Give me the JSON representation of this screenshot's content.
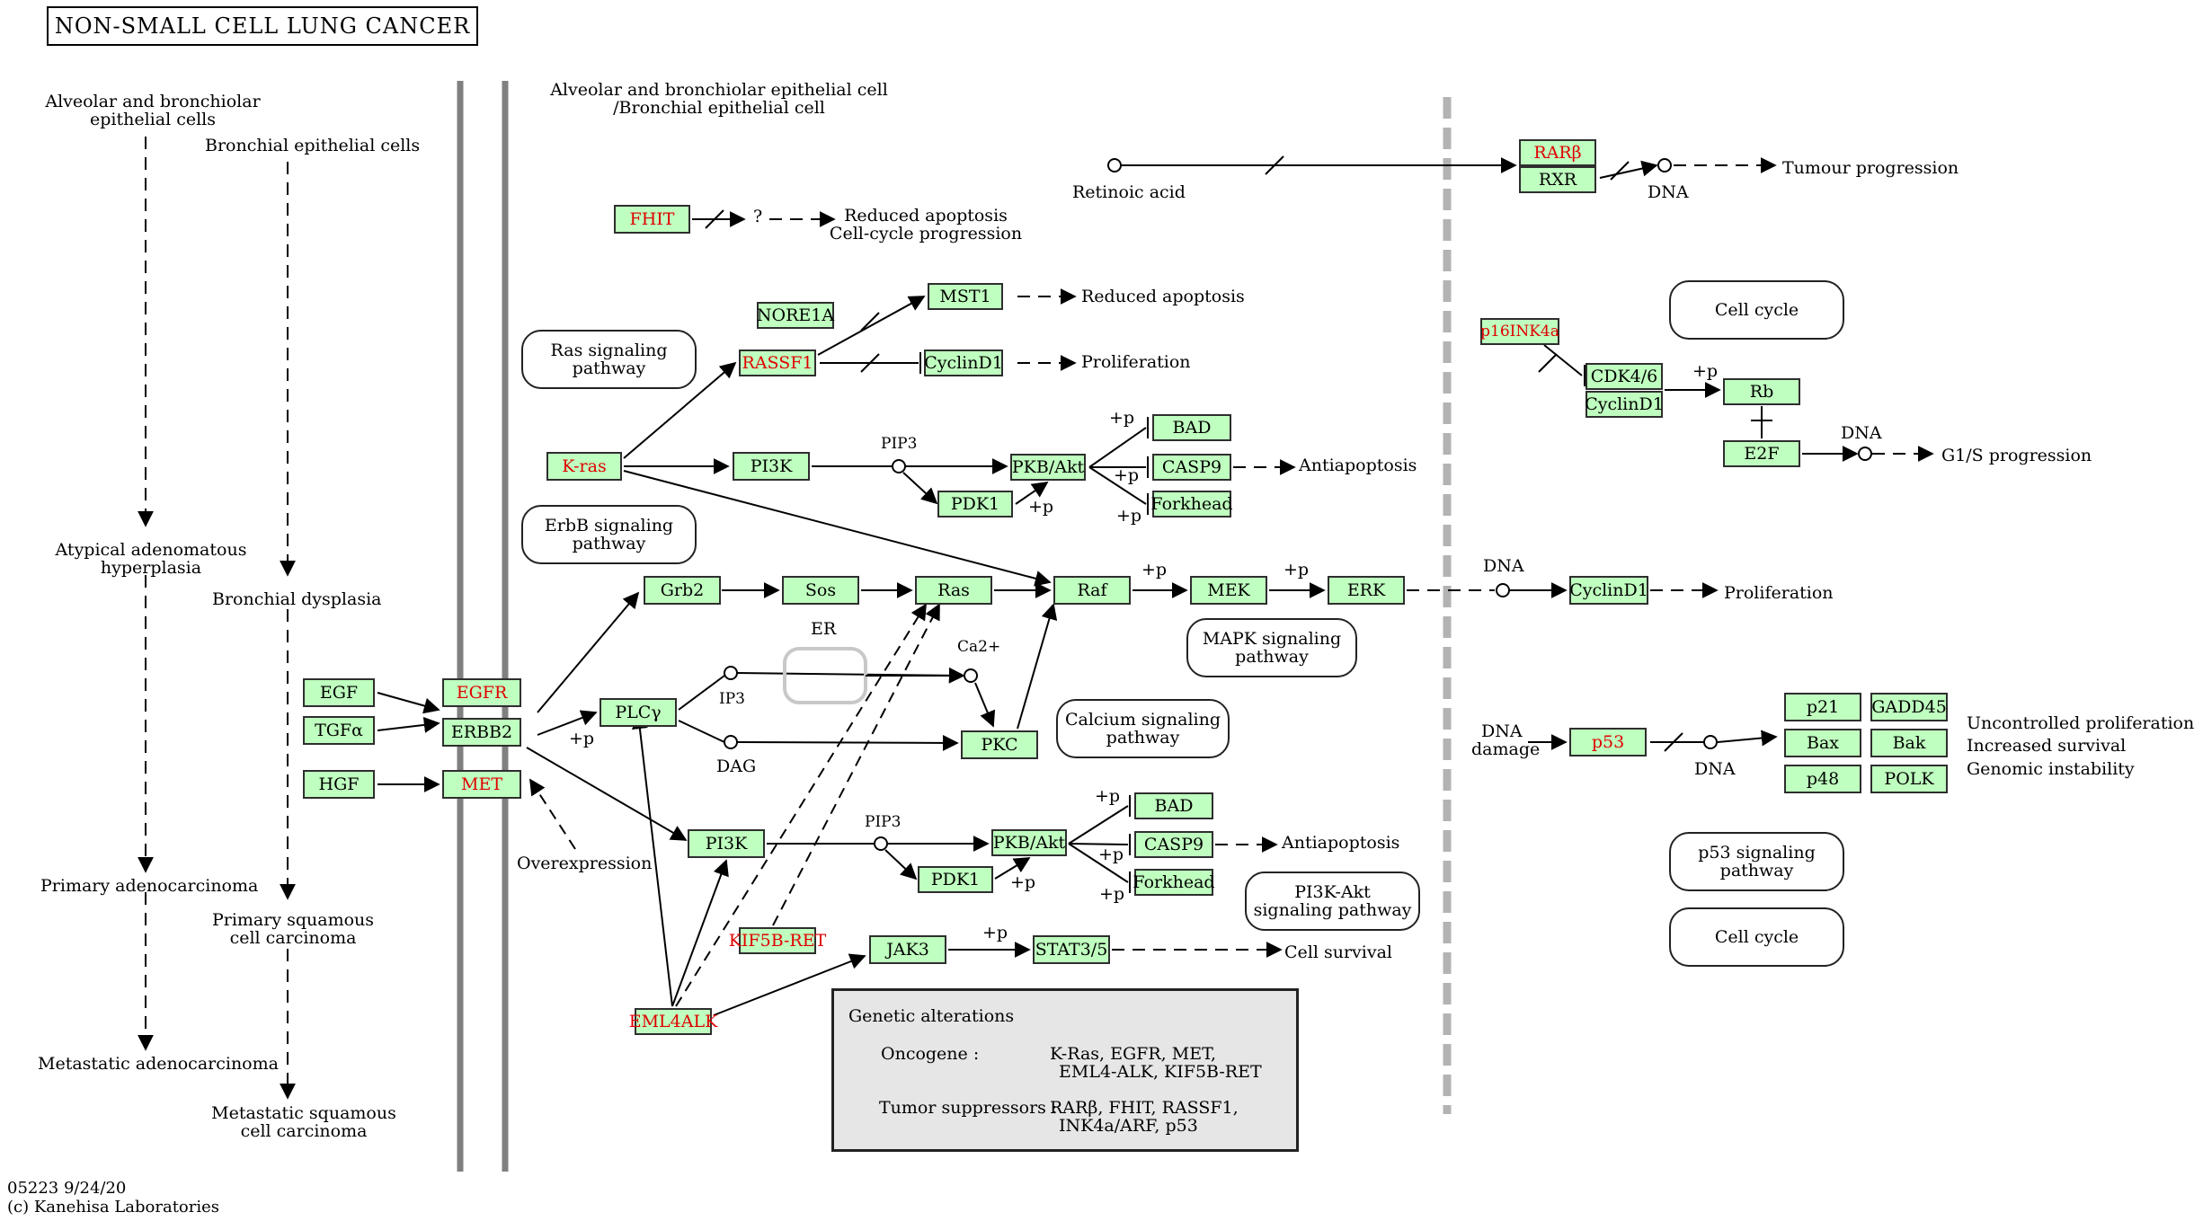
{
  "title": "NON-SMALL CELL LUNG CANCER",
  "footer": {
    "code": "05223 9/24/20",
    "copyright": "(c) Kanehisa Laboratories"
  },
  "legend": {
    "heading": "Genetic alterations",
    "oncogene_label": "Oncogene :",
    "oncogene_line1": "K-Ras, EGFR, MET,",
    "oncogene_line2": "EML4-ALK, KIF5B-RET",
    "suppressor_label": "Tumor suppressors :",
    "suppressor_line1": "RARβ, FHIT, RASSF1,",
    "suppressor_line2": "INK4a/ARF, p53"
  },
  "genes": [
    {
      "id": "egf",
      "label": "EGF",
      "red": false
    },
    {
      "id": "tgfa",
      "label": "TGFα",
      "red": false
    },
    {
      "id": "hgf",
      "label": "HGF",
      "red": false
    },
    {
      "id": "egfr",
      "label": "EGFR",
      "red": true
    },
    {
      "id": "erbb2",
      "label": "ERBB2",
      "red": false
    },
    {
      "id": "met",
      "label": "MET",
      "red": true
    },
    {
      "id": "fhit",
      "label": "FHIT",
      "red": true
    },
    {
      "id": "nore1a",
      "label": "NORE1A",
      "red": false
    },
    {
      "id": "rassf1",
      "label": "RASSF1",
      "red": true
    },
    {
      "id": "mst1",
      "label": "MST1",
      "red": false
    },
    {
      "id": "cyclind1a",
      "label": "CyclinD1",
      "red": false
    },
    {
      "id": "kras",
      "label": "K-ras",
      "red": true
    },
    {
      "id": "pi3k1",
      "label": "PI3K",
      "red": false
    },
    {
      "id": "pkb1",
      "label": "PKB/Akt",
      "red": false
    },
    {
      "id": "pdk1a",
      "label": "PDK1",
      "red": false
    },
    {
      "id": "bad1",
      "label": "BAD",
      "red": false
    },
    {
      "id": "casp9a",
      "label": "CASP9",
      "red": false
    },
    {
      "id": "forkhead1",
      "label": "Forkhead",
      "red": false
    },
    {
      "id": "grb2",
      "label": "Grb2",
      "red": false
    },
    {
      "id": "sos",
      "label": "Sos",
      "red": false
    },
    {
      "id": "ras",
      "label": "Ras",
      "red": false
    },
    {
      "id": "raf",
      "label": "Raf",
      "red": false
    },
    {
      "id": "mek",
      "label": "MEK",
      "red": false
    },
    {
      "id": "erk",
      "label": "ERK",
      "red": false
    },
    {
      "id": "cyclind1b",
      "label": "CyclinD1",
      "red": false
    },
    {
      "id": "plcg",
      "label": "PLCγ",
      "red": false
    },
    {
      "id": "pkc",
      "label": "PKC",
      "red": false
    },
    {
      "id": "pi3k2",
      "label": "PI3K",
      "red": false
    },
    {
      "id": "pkb2",
      "label": "PKB/Akt",
      "red": false
    },
    {
      "id": "pdk1b",
      "label": "PDK1",
      "red": false
    },
    {
      "id": "bad2",
      "label": "BAD",
      "red": false
    },
    {
      "id": "casp9b",
      "label": "CASP9",
      "red": false
    },
    {
      "id": "forkhead2",
      "label": "Forkhead",
      "red": false
    },
    {
      "id": "kif5bret",
      "label": "KIF5B-RET",
      "red": true
    },
    {
      "id": "eml4alk",
      "label": "EML4ALK",
      "red": true
    },
    {
      "id": "jak3",
      "label": "JAK3",
      "red": false
    },
    {
      "id": "stat35",
      "label": "STAT3/5",
      "red": false
    },
    {
      "id": "rarb",
      "label": "RARβ",
      "red": true
    },
    {
      "id": "rxr",
      "label": "RXR",
      "red": false
    },
    {
      "id": "p16",
      "label": "p16INK4a",
      "red": true
    },
    {
      "id": "cdk46",
      "label": "CDK4/6",
      "red": false
    },
    {
      "id": "cyclind1c",
      "label": "CyclinD1",
      "red": false
    },
    {
      "id": "rb",
      "label": "Rb",
      "red": false
    },
    {
      "id": "e2f",
      "label": "E2F",
      "red": false
    },
    {
      "id": "p53",
      "label": "p53",
      "red": true
    },
    {
      "id": "p21",
      "label": "p21",
      "red": false
    },
    {
      "id": "gadd45",
      "label": "GADD45",
      "red": false
    },
    {
      "id": "bax",
      "label": "Bax",
      "red": false
    },
    {
      "id": "bak",
      "label": "Bak",
      "red": false
    },
    {
      "id": "p48",
      "label": "p48",
      "red": false
    },
    {
      "id": "polk",
      "label": "POLK",
      "red": false
    }
  ],
  "pathways": [
    {
      "id": "ras_path",
      "label": "Ras signaling\npathway"
    },
    {
      "id": "erbb_path",
      "label": "ErbB signaling\npathway"
    },
    {
      "id": "mapk_path",
      "label": "MAPK signaling\npathway"
    },
    {
      "id": "calcium_path",
      "label": "Calcium signaling\npathway"
    },
    {
      "id": "pi3k_path",
      "label": "PI3K-Akt\nsignaling pathway"
    },
    {
      "id": "cellcycle1",
      "label": "Cell cycle"
    },
    {
      "id": "p53_path",
      "label": "p53 signaling\npathway"
    },
    {
      "id": "cellcycle2",
      "label": "Cell cycle"
    }
  ],
  "labels": [
    {
      "id": "alv1",
      "text": "Alveolar and bronchiolar"
    },
    {
      "id": "alv2",
      "text": "epithelial cells"
    },
    {
      "id": "bronch",
      "text": "Bronchial epithelial cells"
    },
    {
      "id": "atyp1",
      "text": "Atypical adenomatous"
    },
    {
      "id": "atyp2",
      "text": "hyperplasia"
    },
    {
      "id": "bdys",
      "text": "Bronchial dysplasia"
    },
    {
      "id": "padeno",
      "text": "Primary adenocarcinoma"
    },
    {
      "id": "psq1",
      "text": "Primary squamous"
    },
    {
      "id": "psq2",
      "text": "cell carcinoma"
    },
    {
      "id": "madeno",
      "text": "Metastatic adenocarcinoma"
    },
    {
      "id": "msq1",
      "text": "Metastatic squamous"
    },
    {
      "id": "msq2",
      "text": "cell carcinoma"
    },
    {
      "id": "top1",
      "text": "Alveolar and bronchiolar epithelial cell"
    },
    {
      "id": "top2",
      "text": "/Bronchial epithelial cell"
    },
    {
      "id": "retinoic",
      "text": "Retinoic acid"
    },
    {
      "id": "dna1",
      "text": "DNA"
    },
    {
      "id": "tumour",
      "text": "Tumour progression"
    },
    {
      "id": "q",
      "text": "?"
    },
    {
      "id": "redap1",
      "text": "Reduced apoptosis"
    },
    {
      "id": "cellcyc",
      "text": "Cell-cycle progression"
    },
    {
      "id": "redap2",
      "text": "Reduced apoptosis"
    },
    {
      "id": "prolif1",
      "text": "Proliferation"
    },
    {
      "id": "pip3a",
      "text": "PIP3"
    },
    {
      "id": "p1",
      "text": "+p"
    },
    {
      "id": "p2",
      "text": "+p"
    },
    {
      "id": "p3",
      "text": "+p"
    },
    {
      "id": "p4",
      "text": "+p"
    },
    {
      "id": "antiap1",
      "text": "Antiapoptosis"
    },
    {
      "id": "p5",
      "text": "+p"
    },
    {
      "id": "p6",
      "text": "+p"
    },
    {
      "id": "dna2",
      "text": "DNA"
    },
    {
      "id": "prolif2",
      "text": "Proliferation"
    },
    {
      "id": "er",
      "text": "ER"
    },
    {
      "id": "ca",
      "text": "Ca2+"
    },
    {
      "id": "ip3",
      "text": "IP3"
    },
    {
      "id": "dag",
      "text": "DAG"
    },
    {
      "id": "p7",
      "text": "+p"
    },
    {
      "id": "overexp",
      "text": "Overexpression"
    },
    {
      "id": "pip3b",
      "text": "PIP3"
    },
    {
      "id": "p8",
      "text": "+p"
    },
    {
      "id": "p9",
      "text": "+p"
    },
    {
      "id": "p10",
      "text": "+p"
    },
    {
      "id": "p11",
      "text": "+p"
    },
    {
      "id": "antiap2",
      "text": "Antiapoptosis"
    },
    {
      "id": "p12",
      "text": "+p"
    },
    {
      "id": "cellsurv",
      "text": "Cell survival"
    },
    {
      "id": "p13",
      "text": "+p"
    },
    {
      "id": "dna3",
      "text": "DNA"
    },
    {
      "id": "g1s",
      "text": "G1/S progression"
    },
    {
      "id": "dnadam1",
      "text": "DNA"
    },
    {
      "id": "dnadam2",
      "text": "damage"
    },
    {
      "id": "dna4",
      "text": "DNA"
    },
    {
      "id": "unc",
      "text": "Uncontrolled proliferation"
    },
    {
      "id": "incsurv",
      "text": "Increased survival"
    },
    {
      "id": "genom",
      "text": "Genomic instability"
    }
  ],
  "colors": {
    "gene_fill": "#bfffbf",
    "gene_red_text": "#e00000",
    "membrane": "#808080",
    "legend_fill": "#e6e6e6"
  }
}
